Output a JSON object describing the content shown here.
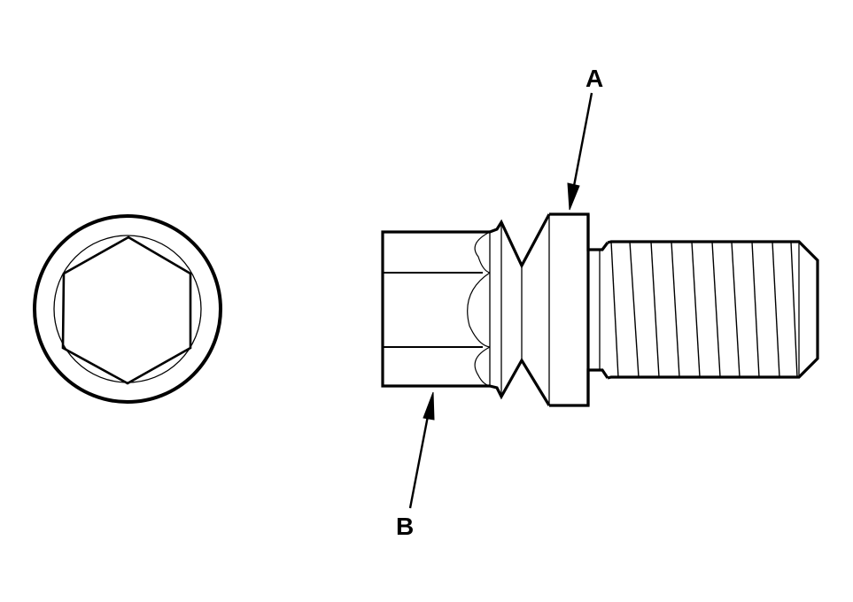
{
  "diagram": {
    "type": "technical-line-drawing",
    "subject": "bolt with hex socket head, end view and side view",
    "colors": {
      "line": "#000000",
      "background": "#ffffff"
    },
    "views": [
      {
        "name": "end-view",
        "features": [
          "outer-circle",
          "inner-circle",
          "hex-socket"
        ]
      },
      {
        "name": "side-view",
        "features": [
          "hex-head",
          "conical-collar",
          "flange",
          "neck",
          "threaded-shank"
        ]
      }
    ],
    "callouts": [
      {
        "id": "A",
        "label": "A",
        "points_to": "flange"
      },
      {
        "id": "B",
        "label": "B",
        "points_to": "hex-head"
      }
    ]
  }
}
